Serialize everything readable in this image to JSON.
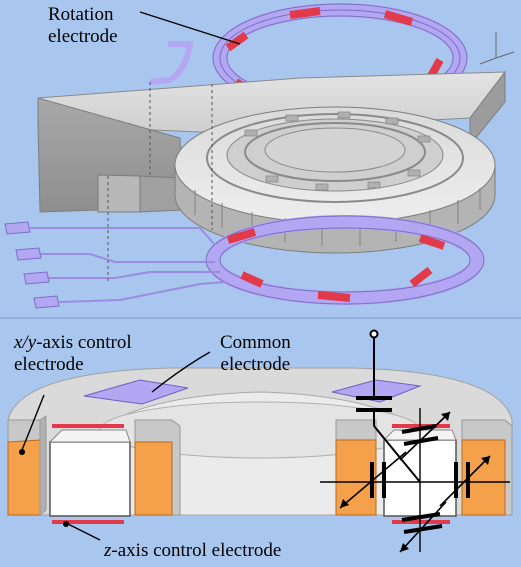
{
  "labels": {
    "rotation_line1": "Rotation",
    "rotation_line2": "electrode",
    "xy_axis_prefix": "x/y",
    "xy_line1_suffix": "-axis control",
    "xy_line2": "electrode",
    "common_line1": "Common",
    "common_line2": "electrode",
    "z_axis_prefix": "z",
    "z_axis_suffix": "-axis control electrode"
  },
  "colors": {
    "background": "#a9c7ee",
    "electrode_purple": "#b3a6f2",
    "electrode_red": "#e2394b",
    "stator_gray": "#c8c8c8",
    "orange_block": "#f5a04a"
  }
}
